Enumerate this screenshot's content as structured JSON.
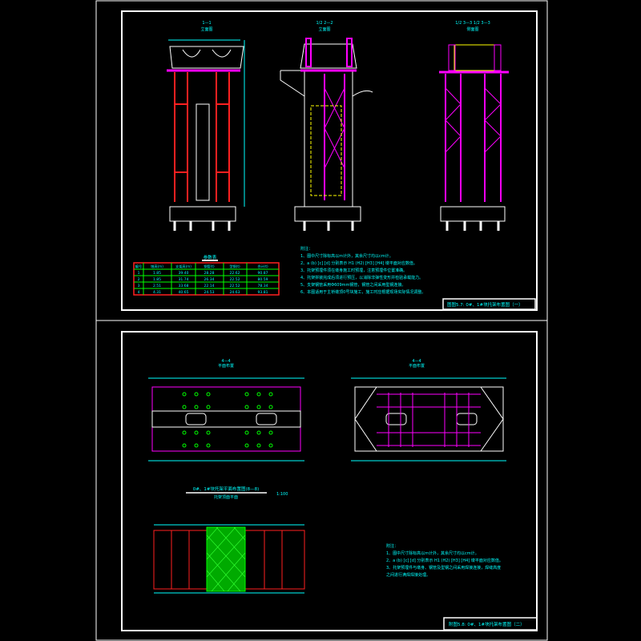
{
  "sheet1": {
    "views": [
      {
        "title": "1—1",
        "subtitle": "立面图"
      },
      {
        "title": "1/2 2—2",
        "subtitle": "立面图"
      },
      {
        "title": "1/2 3—3  1/2 3—3",
        "subtitle": "侧面图"
      }
    ],
    "table": {
      "title": "参数表",
      "headers": [
        "编号",
        "墩高(m)",
        "支架高(m)",
        "钢管(t)",
        "型钢(t)",
        "合计(t)"
      ],
      "rows": [
        [
          "1",
          "1.85",
          "39.40",
          "28.28",
          "22.62",
          "90.87"
        ],
        [
          "2",
          "1.85",
          "31.74",
          "26.34",
          "22.52",
          "80.59"
        ],
        [
          "3",
          "2.51",
          "33.68",
          "22.14",
          "22.52",
          "78.34"
        ],
        [
          "4",
          "4.31",
          "40.65",
          "24.53",
          "24.63",
          "93.81"
        ]
      ]
    },
    "notes_title": "附注：",
    "notes": [
      "1、图中尺寸除标高以m计外，其余尺寸均以cm计。",
      "2、a (b) [c] [d] 分别表示 H1 (H2) [H3] [H4] 墩平面对应数值。",
      "3、托架预埋件须在墩身施工时预埋，注意预埋件位置准确。",
      "4、托架拼装完成后须进行预压，以消除非弹性变形并检验承载能力。",
      "5、支架钢管采用Φ609mm钢管，钢管之间采用型钢连接。",
      "6、本图适用于主桥墩顶0号块施工，施工时应根据现场实际情况调整。"
    ],
    "title_block": "图图5.7: 0#、1#块托架布置图（一）"
  },
  "sheet2": {
    "views": [
      {
        "title": "4—4",
        "subtitle": "平面布置"
      },
      {
        "title": "4—4",
        "subtitle": "平面布置"
      }
    ],
    "plan_title": "0#、1#块托架平面布置图(8—8)",
    "plan_subtitle": "托架顶面平面",
    "scale": "1:100",
    "notes_title": "附注：",
    "notes": [
      "1、图中尺寸除标高以m计外，其余尺寸均以cm计。",
      "2、a (b) [c] [d] 分别表示 H1 (H2) [H3] [H4] 墩平面对应数值。",
      "3、托架预埋件与墩身、钢管及型钢之间采用焊接连接，焊缝高度",
      "之间进行满焊焊接处理。"
    ],
    "title_block": "附图5.8: 0#、1#块托架布置图（二）"
  }
}
